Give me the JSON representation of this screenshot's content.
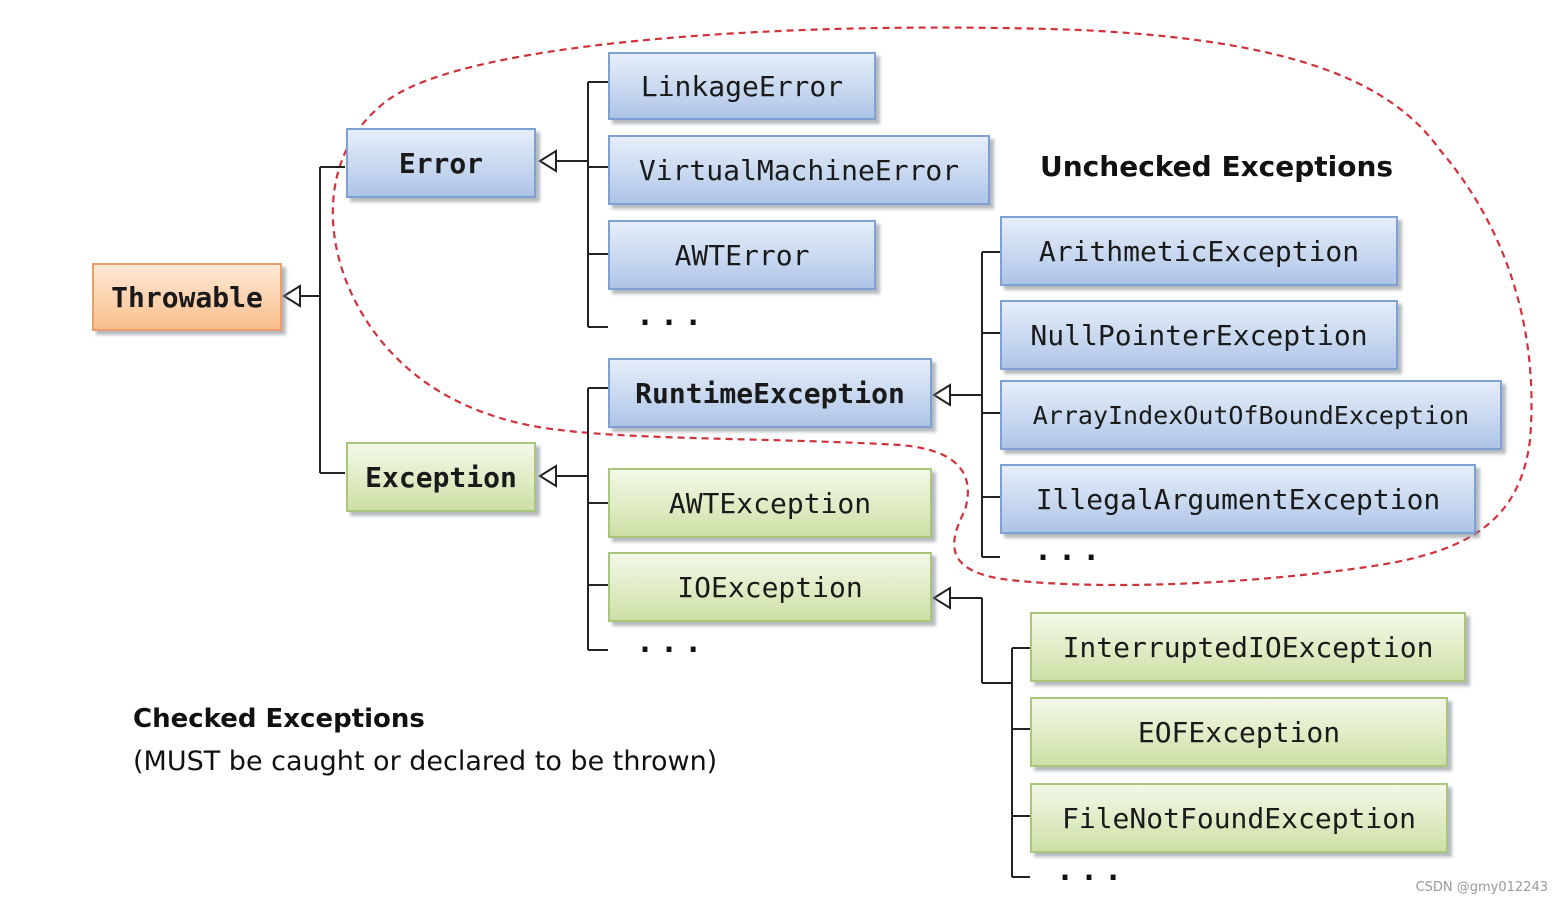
{
  "nodes": {
    "throwable": "Throwable",
    "error": "Error",
    "exception": "Exception",
    "linkage_error": "LinkageError",
    "virtual_machine_error": "VirtualMachineError",
    "awt_error": "AWTError",
    "runtime_exception": "RuntimeException",
    "awt_exception": "AWTException",
    "io_exception": "IOException",
    "arithmetic_exception": "ArithmeticException",
    "null_pointer_exception": "NullPointerException",
    "array_index_exception": "ArrayIndexOutOfBoundException",
    "illegal_argument_exception": "IllegalArgumentException",
    "interrupted_io_exception": "InterruptedIOException",
    "eof_exception": "EOFException",
    "file_not_found_exception": "FileNotFoundException"
  },
  "ellipsis": "...",
  "labels": {
    "unchecked": "Unchecked Exceptions",
    "checked_title": "Checked Exceptions",
    "checked_note": "(MUST be caught or declared to be thrown)"
  },
  "watermark": "CSDN @gmy012243",
  "colors": {
    "error_branch": "#c8d8f0",
    "exception_branch": "#dfecc4",
    "root": "#fcd2ae",
    "unchecked_region": "#d0323c"
  }
}
